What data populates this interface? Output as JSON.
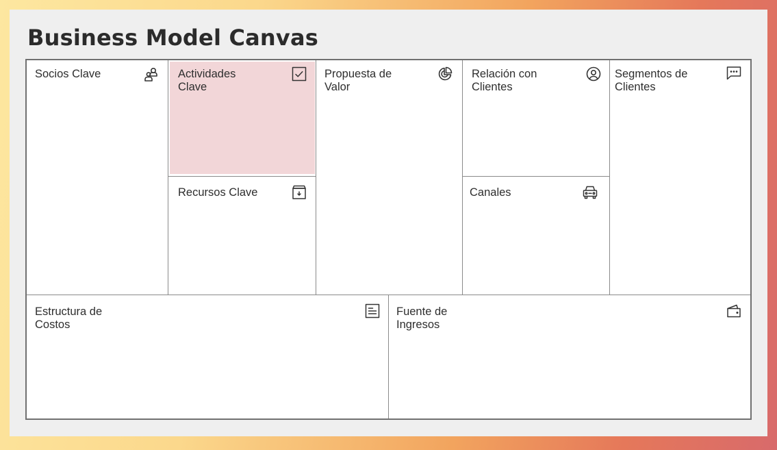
{
  "title": "Business Model Canvas",
  "blocks": {
    "key_partners": {
      "label": "Socios Clave",
      "icon": "partners-icon"
    },
    "key_activities": {
      "label": "Actividades\nClave",
      "icon": "checkbox-icon"
    },
    "key_resources": {
      "label": "Recursos Clave",
      "icon": "archive-box-icon"
    },
    "value_proposition": {
      "label": "Propuesta de\nValor",
      "icon": "pie-chart-icon"
    },
    "customer_relationships": {
      "label": "Relación con\nClientes",
      "icon": "user-circle-icon"
    },
    "channels": {
      "label": "Canales",
      "icon": "car-icon"
    },
    "customer_segments": {
      "label": "Segmentos de\nClientes",
      "icon": "chat-bubble-icon"
    },
    "cost_structure": {
      "label": "Estructura de\nCostos",
      "icon": "document-lines-icon"
    },
    "revenue_streams": {
      "label": "Fuente de\nIngresos",
      "icon": "wallet-icon"
    }
  },
  "colors": {
    "highlight": "#f2d6d8",
    "border": "#707070",
    "text": "#2e2e2e"
  }
}
